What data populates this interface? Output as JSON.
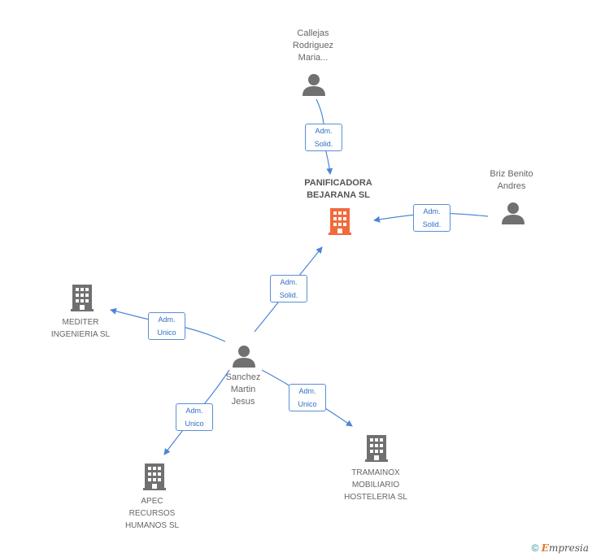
{
  "nodes": {
    "center": {
      "lines": [
        "PANIFICADORA",
        "BEJARANA SL"
      ],
      "icon": "building-icon",
      "color": "#f26a3c"
    },
    "callejas": {
      "lines": [
        "Callejas",
        "Rodriguez",
        "Maria..."
      ],
      "icon": "person-icon"
    },
    "briz": {
      "lines": [
        "Briz Benito",
        "Andres"
      ],
      "icon": "person-icon"
    },
    "sanchez": {
      "lines": [
        "Sanchez",
        "Martin",
        "Jesus"
      ],
      "icon": "person-icon"
    },
    "mediter": {
      "lines": [
        "MEDITER",
        "INGENIERIA SL"
      ],
      "icon": "building-icon"
    },
    "apec": {
      "lines": [
        "APEC",
        "RECURSOS",
        "HUMANOS SL"
      ],
      "icon": "building-icon"
    },
    "tramainox": {
      "lines": [
        "TRAMAINOX",
        "MOBILIARIO",
        "HOSTELERIA SL"
      ],
      "icon": "building-icon"
    }
  },
  "edges": {
    "callejas_center": {
      "lines": [
        "Adm.",
        "Solid."
      ]
    },
    "briz_center": {
      "lines": [
        "Adm.",
        "Solid."
      ]
    },
    "sanchez_center": {
      "lines": [
        "Adm.",
        "Solid."
      ]
    },
    "sanchez_mediter": {
      "lines": [
        "Adm.",
        "Unico"
      ]
    },
    "sanchez_apec": {
      "lines": [
        "Adm.",
        "Unico"
      ]
    },
    "sanchez_tramainox": {
      "lines": [
        "Adm.",
        "Unico"
      ]
    }
  },
  "colors": {
    "edge": "#4a86d8",
    "icon_gray": "#707070",
    "accent": "#f26a3c"
  },
  "footer": {
    "copyright": "©",
    "brand_first": "E",
    "brand_rest": "mpresia"
  }
}
